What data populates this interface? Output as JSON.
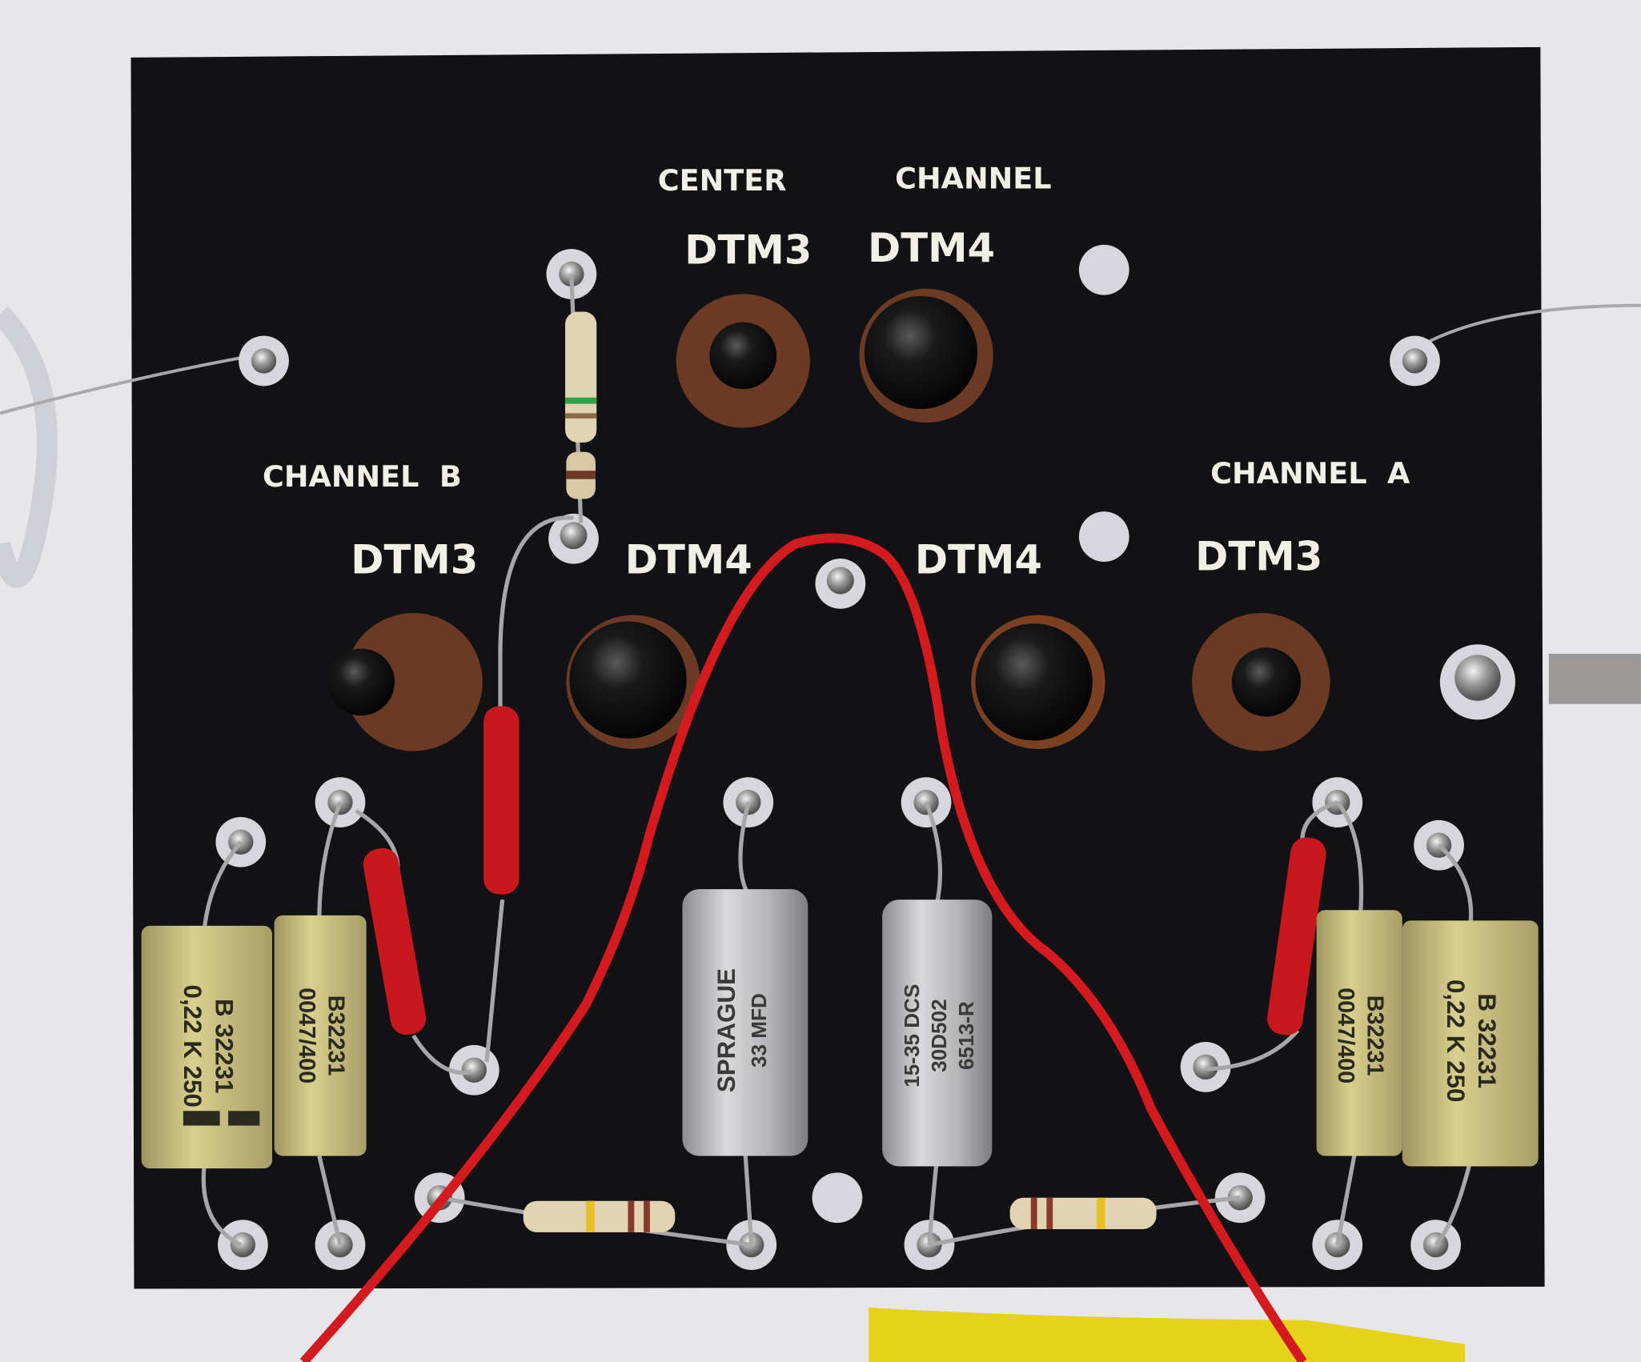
{
  "panel": {
    "center_channel": {
      "title_left": "CENTER",
      "title_right": "CHANNEL",
      "left": "DTM3",
      "right": "DTM4"
    },
    "channel_b": {
      "title": "CHANNEL  B",
      "outer": "DTM3",
      "inner": "DTM4"
    },
    "channel_a": {
      "title": "CHANNEL  A",
      "outer": "DTM3",
      "inner": "DTM4"
    }
  },
  "components": {
    "cap_b1": {
      "line1": "B 32231",
      "line2": "0,22 K 250"
    },
    "cap_b2": {
      "line1": "B32231",
      "line2": "0047/400"
    },
    "cap_a1": {
      "line1": "B32231",
      "line2": "0047/400"
    },
    "cap_a2": {
      "line1": "B 32231",
      "line2": "0,22 K 250"
    },
    "elec_1": {
      "brand": "SPRAGUE",
      "line2": "33 MFD"
    },
    "elec_2": {
      "line1": "15-35 DCS",
      "line2": "30D502",
      "line3": "6513-R"
    }
  },
  "colors": {
    "panel": "#121214",
    "label": "#f1efe6",
    "wire_red": "#d41a1f",
    "wire_yellow": "#e7d21b",
    "cap_yellow": "#c9c07a",
    "transistor_base": "#6b3a24"
  }
}
